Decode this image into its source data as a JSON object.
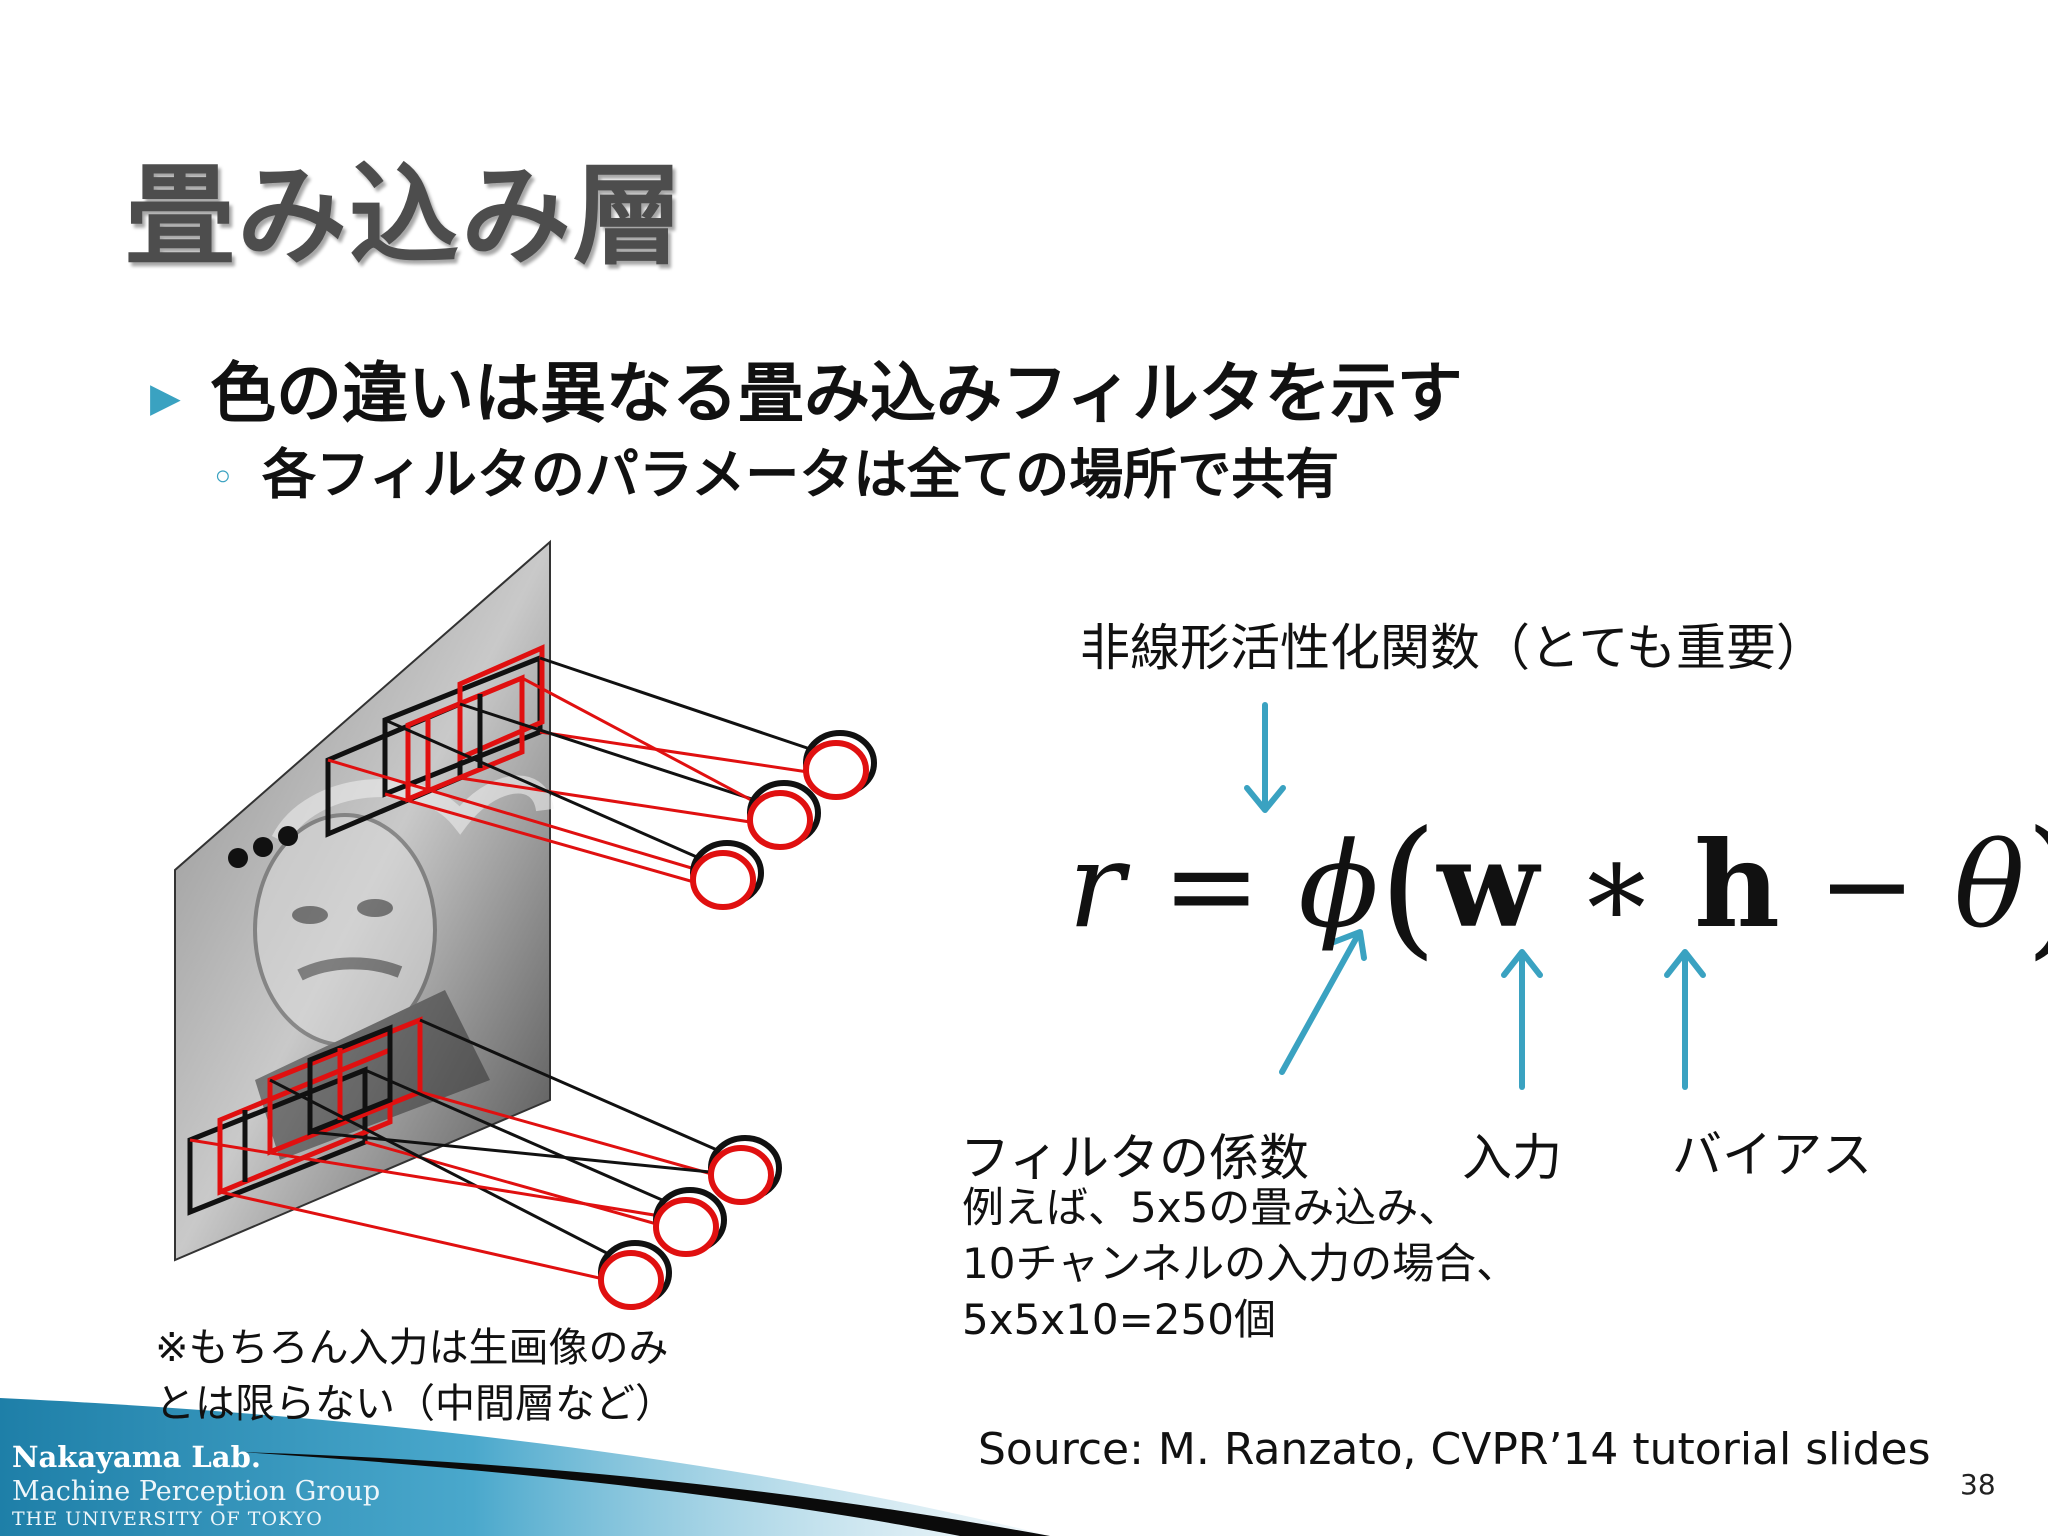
{
  "slide": {
    "title": "畳み込み層",
    "page_number": "38"
  },
  "bullets": {
    "level1": "色の違いは異なる畳み込みフィルタを示す",
    "level2": "各フィルタのパラメータは全ての場所で共有"
  },
  "formula": {
    "r": "r",
    "eq": "=",
    "phi": "ϕ",
    "open": "(",
    "w": "w",
    "op_conv": "∗",
    "h": "h",
    "op_minus": "−",
    "theta": "θ",
    "close": ")"
  },
  "annotations": {
    "activation": "非線形活性化関数（とても重要）",
    "filter_coef": "フィルタの係数",
    "filter_example": "例えば、5x5の畳み込み、\n10チャンネルの入力の場合、\n5x5x10=250個",
    "input": "入力",
    "bias": "バイアス",
    "note": "※もちろん入力は生画像のみ\nとは限らない（中間層など）"
  },
  "source": "Source: M. Ranzato, CVPR’14 tutorial slides",
  "footer": {
    "lab_name": "Nakayama Lab.",
    "group": "Machine Perception Group",
    "university": "THE UNIVERSITY OF TOKYO"
  },
  "colors": {
    "accent": "#3aa2c1",
    "filter": "#e01010",
    "title": "#4d4d4d"
  }
}
